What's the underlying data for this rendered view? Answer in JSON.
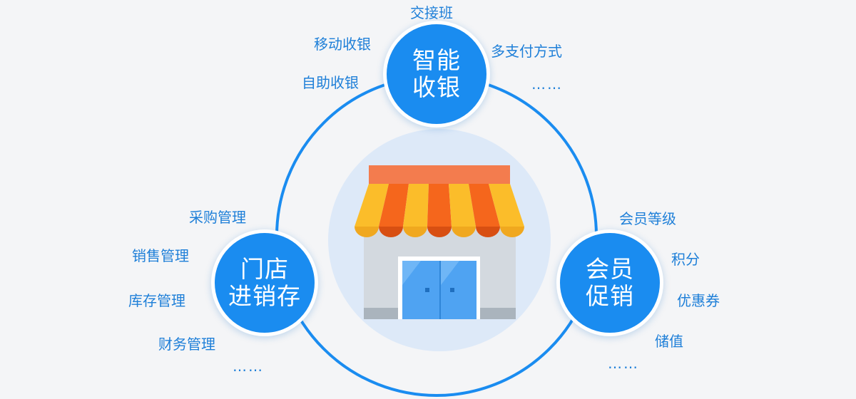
{
  "hubs": {
    "cashier": {
      "line1": "智能",
      "line2": "收银"
    },
    "store": {
      "line1": "门店",
      "line2": "进销存"
    },
    "member": {
      "line1": "会员",
      "line2": "促销"
    }
  },
  "cashier_features": [
    "交接班",
    "移动收银",
    "多支付方式",
    "自助收银",
    "……"
  ],
  "store_features": [
    "采购管理",
    "销售管理",
    "库存管理",
    "财务管理",
    "……"
  ],
  "member_features": [
    "会员等级",
    "积分",
    "优惠券",
    "储值",
    "……"
  ],
  "colors": {
    "accent": "#1a8cf0",
    "label": "#1e7fd8",
    "ring": "#1a8cf0",
    "halo": "#dde9f8",
    "awning_orange": "#f5661c",
    "awning_yellow": "#fbbd2a",
    "roof": "#f37c4e",
    "door": "#4fa3f2"
  },
  "center_icon": "shop-icon"
}
